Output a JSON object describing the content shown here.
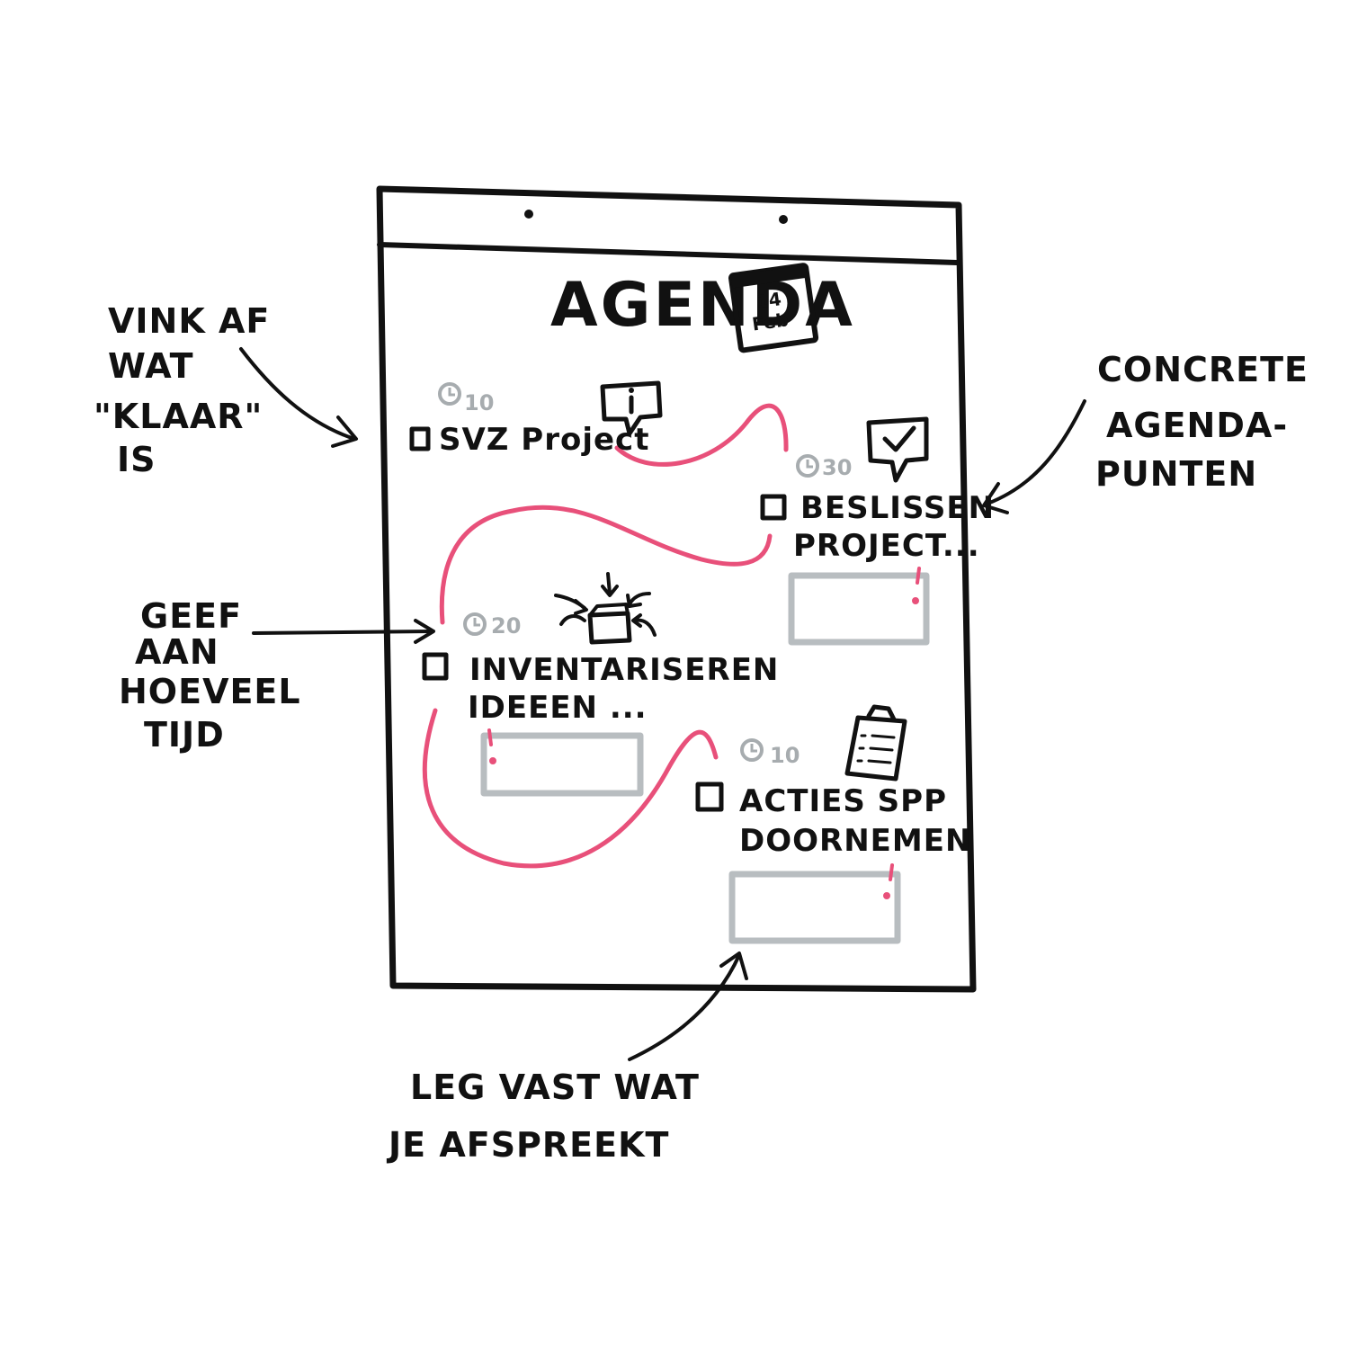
{
  "board": {
    "title": "AGENDA",
    "calendar": {
      "day": "14",
      "month": "Feb"
    }
  },
  "colors": {
    "ink": "#111111",
    "path": "#e8507a",
    "notes_box": "#b8bdc0",
    "time": "#a7acaf"
  },
  "agenda_items": [
    {
      "time": "10",
      "line1": "SVZ Project",
      "line2": "",
      "icon": "info-speech-bubble-icon"
    },
    {
      "time": "30",
      "line1": "BESLISSEN",
      "line2": "PROJECT...",
      "icon": "checkmark-speech-bubble-icon"
    },
    {
      "time": "20",
      "line1": "INVENTARISEREN",
      "line2": "IDEEEN ...",
      "icon": "collect-ideas-box-icon"
    },
    {
      "time": "10",
      "line1": "ACTIES SPP",
      "line2": "DOORNEMEN",
      "icon": "clipboard-icon"
    }
  ],
  "annotations": {
    "checkoff": [
      "VINK AF",
      "WAT",
      "\"KLAAR\"",
      "IS"
    ],
    "concrete": [
      "CONCRETE",
      "AGENDA-",
      "PUNTEN"
    ],
    "time": [
      "GEEF",
      "AAN",
      "HOEVEEL",
      "TIJD"
    ],
    "record": [
      "LEG VAST WAT",
      "JE AFSPREEKT"
    ]
  }
}
